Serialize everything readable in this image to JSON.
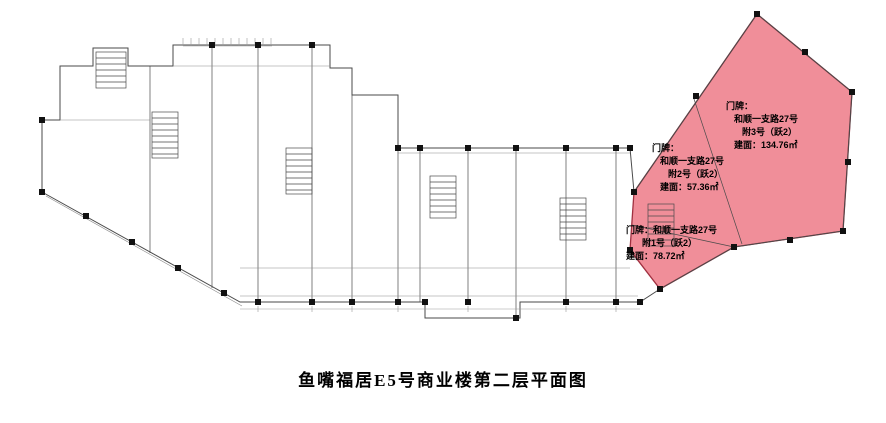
{
  "colors": {
    "background": "#ffffff",
    "line": "#4a4a4a",
    "light_line": "#8a8a8a",
    "tick_line": "#9a9a9a",
    "column": "#111111",
    "highlight_fill": "#EF8490",
    "highlight_stroke": "#A03040"
  },
  "caption": "鱼嘴福居E5号商业楼第二层平面图",
  "units": [
    {
      "id": "unit-3",
      "lines": [
        "门牌：",
        "和顺一支路27号",
        "附3号（跃2）",
        "建面：134.76㎡"
      ]
    },
    {
      "id": "unit-2",
      "lines": [
        "门牌：",
        "和顺一支路27号",
        "附2号（跃2）",
        "建面：57.36㎡"
      ]
    },
    {
      "id": "unit-1",
      "lines": [
        "门牌：和顺一支路27号",
        "附1号（跃2）",
        "建面：78.72㎡"
      ]
    }
  ]
}
